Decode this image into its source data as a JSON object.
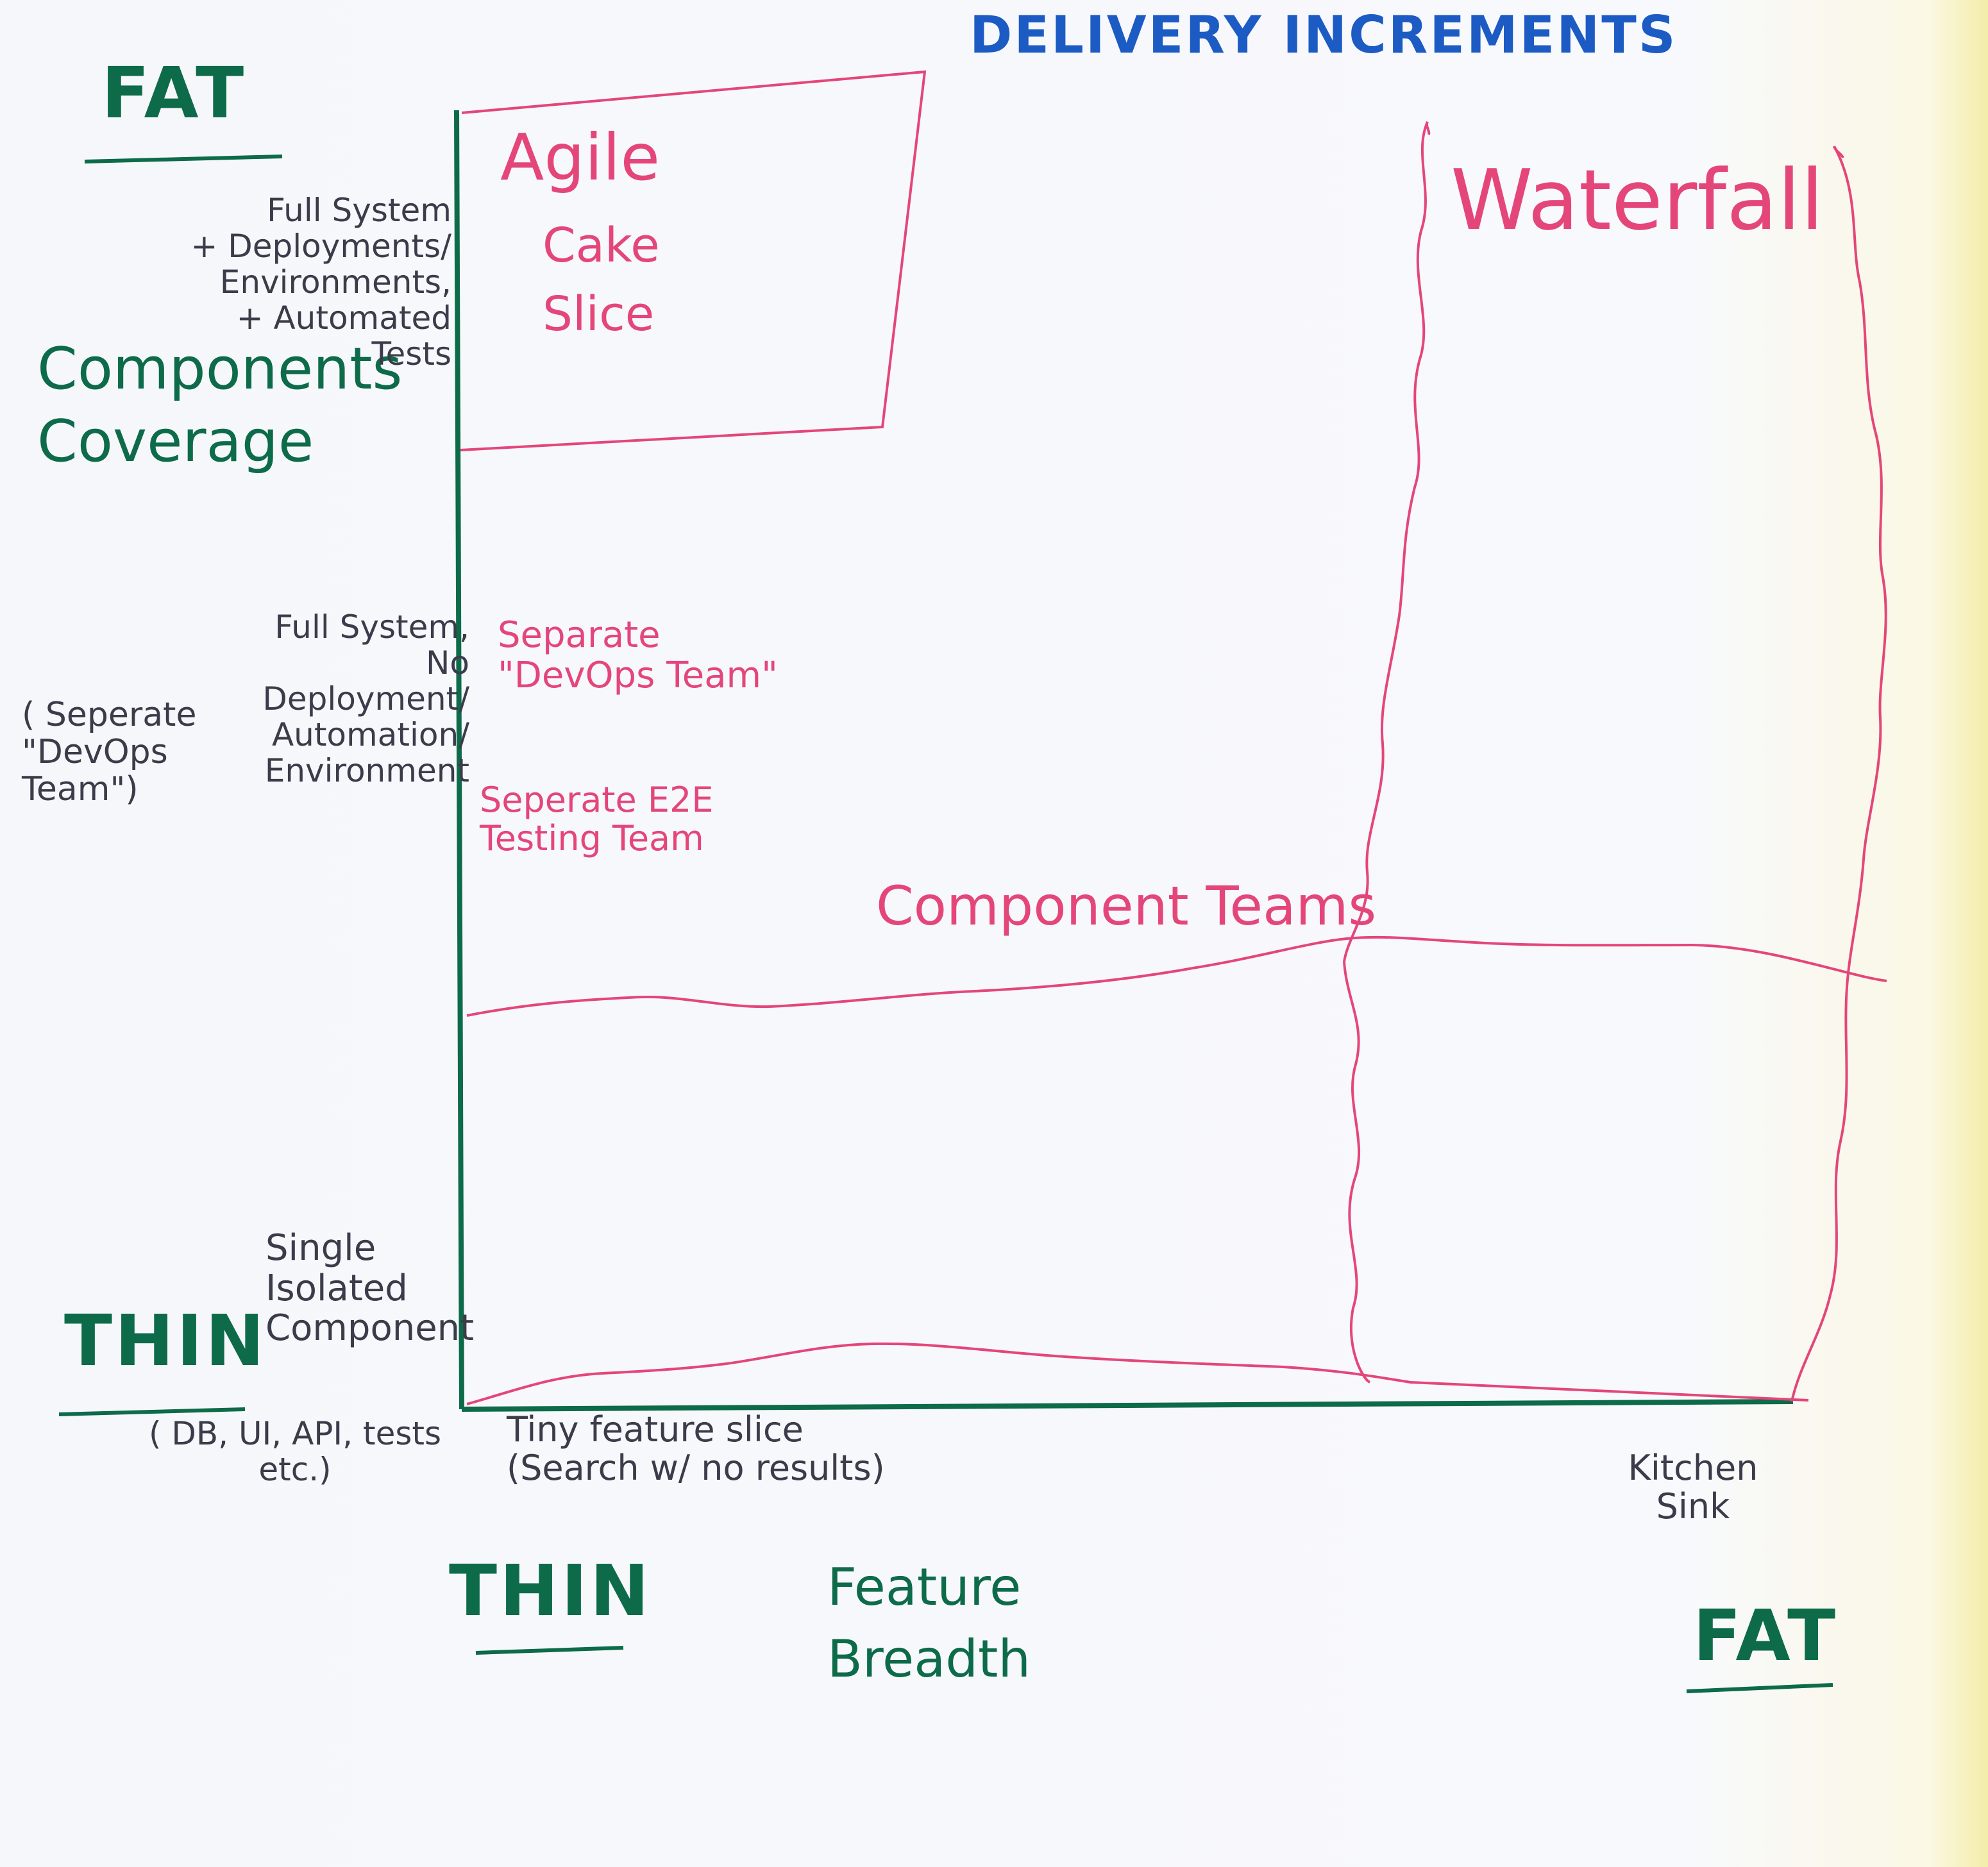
{
  "title": "DELIVERY INCREMENTS",
  "y_axis": {
    "label": "Components Coverage",
    "high": "FAT",
    "low": "THIN",
    "levels": {
      "top": "Full System\n+ Deployments/\nEnvironments,\n+ Automated Tests",
      "middle": "Full System,\nNo Deployment/\nAutomation/\nEnvironment",
      "middle_note": "( Seperate\n\"DevOps\nTeam\")",
      "bottom": "Single\nIsolated\nComponent",
      "bottom_note": "( DB, UI, API, tests\netc.)"
    }
  },
  "x_axis": {
    "label": "Feature Breadth",
    "low": "THIN",
    "high": "FAT",
    "left_example": "Tiny feature slice\n(Search w/ no results)",
    "right_example": "Kitchen\nSink"
  },
  "regions": {
    "agile_title": "Agile",
    "agile_sub": "Cake\nSlice",
    "waterfall": "Waterfall",
    "devops_team": "Separate\n\"DevOps Team\"",
    "e2e_team": "Seperate E2E\nTesting Team",
    "component_teams": "Component Teams"
  },
  "colors": {
    "title": "#1c5bc4",
    "axis_ink": "#0d6b49",
    "region_ink": "#e4467a",
    "note_ink": "#3a3c4a"
  }
}
